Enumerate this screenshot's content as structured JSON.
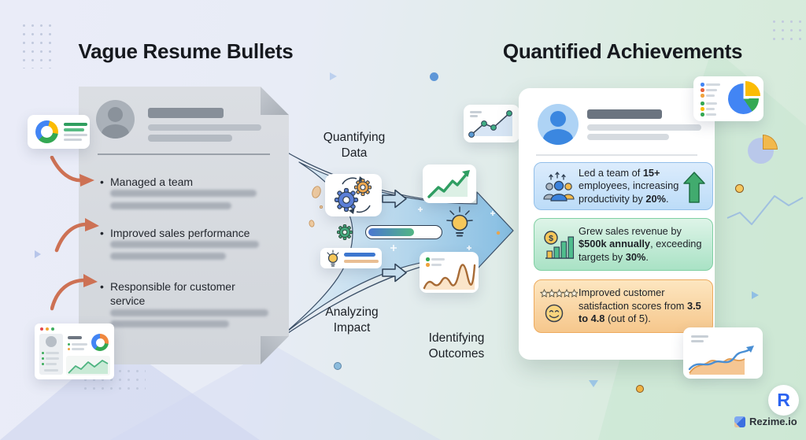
{
  "left_panel": {
    "title": "Vague Resume Bullets",
    "bullets": [
      "Managed a team",
      "Improved sales performance",
      "Responsible for customer service"
    ]
  },
  "flow": {
    "step1": "Quantifying Data",
    "step2": "Analyzing Impact",
    "step3": "Identifying Outcomes",
    "icons": [
      "gears-icon",
      "progress-bar",
      "lightbulb-icon",
      "growth-chart-icon",
      "wavy-chart-icon",
      "big-right-arrow"
    ]
  },
  "right_panel": {
    "title": "Quantified Achievements",
    "achievements": [
      {
        "theme": "blue",
        "icon": "team-growth-icon",
        "segments": [
          {
            "text": "Led a team of ",
            "bold": false
          },
          {
            "text": "15+",
            "bold": true
          },
          {
            "text": " employees, increasing productivity by ",
            "bold": false
          },
          {
            "text": "20%",
            "bold": true
          },
          {
            "text": ".",
            "bold": false
          }
        ]
      },
      {
        "theme": "green",
        "icon": "revenue-bars-coin-icon",
        "coin_symbol": "$",
        "segments": [
          {
            "text": "Grew sales revenue by ",
            "bold": false
          },
          {
            "text": "$500k annually",
            "bold": true
          },
          {
            "text": ", exceeding targets by ",
            "bold": false
          },
          {
            "text": "30%",
            "bold": true
          },
          {
            "text": ".",
            "bold": false
          }
        ]
      },
      {
        "theme": "orange",
        "icon": "stars-smiley-icon",
        "star_count": 5,
        "segments": [
          {
            "text": "Improved customer satisfaction scores from ",
            "bold": false
          },
          {
            "text": "3.5 to 4.8",
            "bold": true
          },
          {
            "text": " (out of 5).",
            "bold": false
          }
        ]
      }
    ]
  },
  "branding": {
    "logo_letter": "R",
    "name": "Rezime.io"
  },
  "colors": {
    "brand_blue": "#2b63f0",
    "flow_arrow_blue": "#8ec3e4",
    "annotation_arrow_orange": "#cd7154",
    "box_blue_border": "#92bfe9",
    "box_green_border": "#80cfa3",
    "box_orange_border": "#edaa5e",
    "chart_blue": "#4285f4",
    "chart_yellow": "#fbbc04",
    "chart_green": "#34a853"
  }
}
